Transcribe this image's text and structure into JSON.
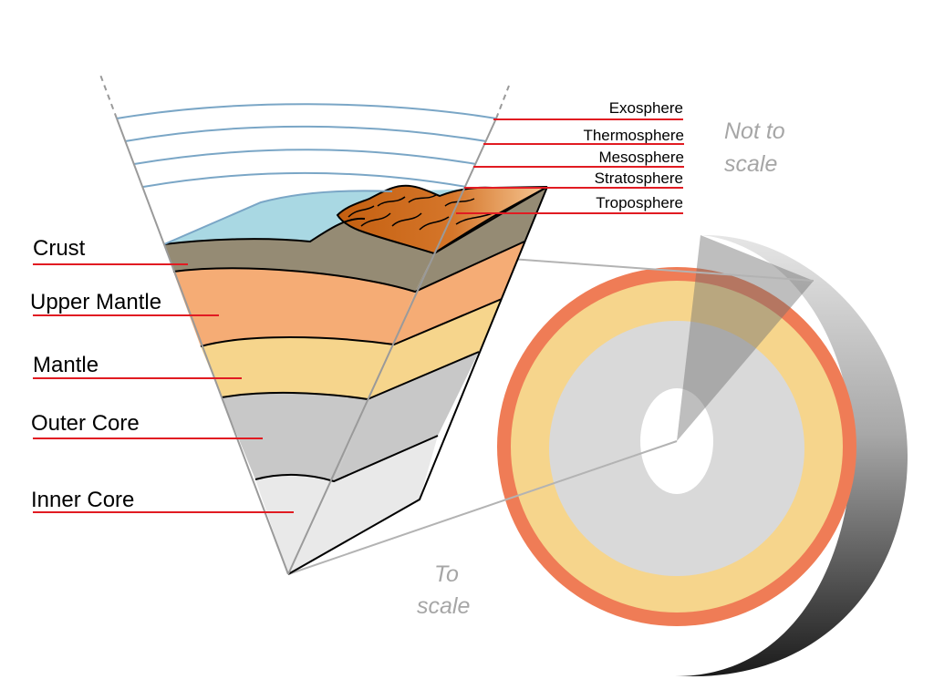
{
  "layers": [
    {
      "key": "crust",
      "label": "Crust",
      "color": "#958b74"
    },
    {
      "key": "upper_mantle",
      "label": "Upper Mantle",
      "color": "#f5ac75"
    },
    {
      "key": "mantle",
      "label": "Mantle",
      "color": "#f6d58c"
    },
    {
      "key": "outer_core",
      "label": "Outer Core",
      "color": "#c8c8c8"
    },
    {
      "key": "inner_core",
      "label": "Inner Core",
      "color": "#e9e9e9"
    }
  ],
  "atmosphere": [
    {
      "key": "exosphere",
      "label": "Exosphere"
    },
    {
      "key": "thermosphere",
      "label": "Thermosphere"
    },
    {
      "key": "mesosphere",
      "label": "Mesosphere"
    },
    {
      "key": "stratosphere",
      "label": "Stratosphere"
    },
    {
      "key": "troposphere",
      "label": "Troposphere"
    }
  ],
  "scale_notes": {
    "not_to_scale": [
      "Not to",
      "scale"
    ],
    "to_scale": [
      "To",
      "scale"
    ]
  },
  "colors": {
    "ocean": "#a9d8e3",
    "atmosphere_line": "#7aa6c6",
    "leader_line": "#e11b22",
    "mountain": "#c9661a",
    "sphere_crust": "#ef7c56",
    "sphere_mantle": "#f6d58c",
    "sphere_outer_core": "#d9d9d9",
    "sphere_inner_core": "#ffffff",
    "scale_text": "#a6a6a6"
  }
}
